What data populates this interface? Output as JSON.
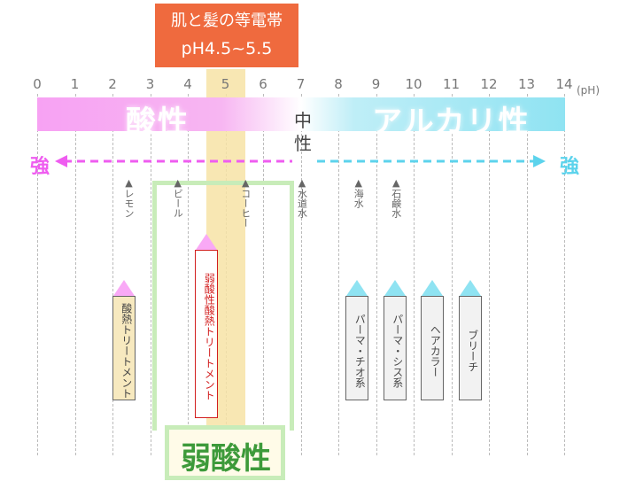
{
  "title": {
    "line1": "肌と髪の等電帯",
    "line2": "pH4.5~5.5"
  },
  "axis": {
    "ticks": [
      "0",
      "1",
      "2",
      "3",
      "4",
      "5",
      "6",
      "7",
      "8",
      "9",
      "10",
      "11",
      "12",
      "13",
      "14"
    ],
    "unit": "(pH)"
  },
  "labels": {
    "acidic": "酸性",
    "neutral_1": "中",
    "neutral_2": "性",
    "alkaline": "アルカリ性",
    "strong_left": "強",
    "strong_right": "強",
    "weak_acidic": "弱酸性"
  },
  "references": [
    {
      "label": "▲レモン",
      "ph": 2.4
    },
    {
      "label": "▲ビール",
      "ph": 3.7
    },
    {
      "label": "▲コーヒー",
      "ph": 5.5
    },
    {
      "label": "▲水道水",
      "ph": 7.0
    },
    {
      "label": "▲海水",
      "ph": 8.5
    },
    {
      "label": "▲石鹸水",
      "ph": 9.5
    }
  ],
  "products": [
    {
      "label": "酸熱トリートメント",
      "ph": 2.3,
      "kind": "acid"
    },
    {
      "label": "弱酸性酸熱トリートメント",
      "ph": 4.5,
      "kind": "weak"
    },
    {
      "label": "パーマ・チオ系",
      "ph": 8.5,
      "kind": "alkali"
    },
    {
      "label": "パーマ・シス系",
      "ph": 9.5,
      "kind": "alkali"
    },
    {
      "label": "ヘアカラー",
      "ph": 10.5,
      "kind": "alkali"
    },
    {
      "label": "ブリーチ",
      "ph": 11.5,
      "kind": "alkali"
    }
  ],
  "colors": {
    "title_bg": "#ef6a3e",
    "acid": "#ef5cf0",
    "acid_band": "#f9a9f6",
    "alkali": "#5cd3ec",
    "alkali_band": "#8fe3f2",
    "isoelectric": "#f7e3a6",
    "weak_green": "#c8ecb9",
    "weak_text": "#3d9a3a",
    "red": "#d21e1e"
  }
}
